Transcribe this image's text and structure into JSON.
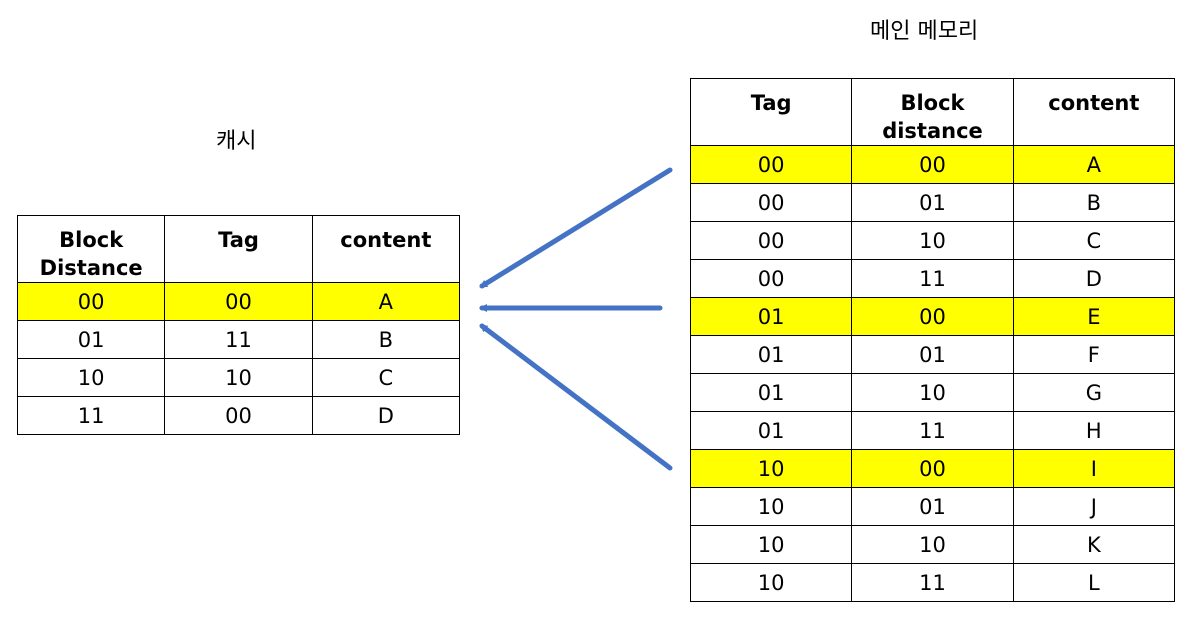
{
  "cache": {
    "caption": "캐시",
    "headers": [
      "Block\nDistance",
      "Tag",
      "content"
    ],
    "rows": [
      {
        "cells": [
          "00",
          "00",
          "A"
        ],
        "highlight": true
      },
      {
        "cells": [
          "01",
          "11",
          "B"
        ],
        "highlight": false
      },
      {
        "cells": [
          "10",
          "10",
          "C"
        ],
        "highlight": false
      },
      {
        "cells": [
          "11",
          "00",
          "D"
        ],
        "highlight": false
      }
    ]
  },
  "memory": {
    "caption": "메인 메모리",
    "headers": [
      "Tag",
      "Block\ndistance",
      "content"
    ],
    "rows": [
      {
        "cells": [
          "00",
          "00",
          "A"
        ],
        "highlight": true
      },
      {
        "cells": [
          "00",
          "01",
          "B"
        ],
        "highlight": false
      },
      {
        "cells": [
          "00",
          "10",
          "C"
        ],
        "highlight": false
      },
      {
        "cells": [
          "00",
          "11",
          "D"
        ],
        "highlight": false
      },
      {
        "cells": [
          "01",
          "00",
          "E"
        ],
        "highlight": true
      },
      {
        "cells": [
          "01",
          "01",
          "F"
        ],
        "highlight": false
      },
      {
        "cells": [
          "01",
          "10",
          "G"
        ],
        "highlight": false
      },
      {
        "cells": [
          "01",
          "11",
          "H"
        ],
        "highlight": false
      },
      {
        "cells": [
          "10",
          "00",
          "I"
        ],
        "highlight": true
      },
      {
        "cells": [
          "10",
          "01",
          "J"
        ],
        "highlight": false
      },
      {
        "cells": [
          "10",
          "10",
          "K"
        ],
        "highlight": false
      },
      {
        "cells": [
          "10",
          "11",
          "L"
        ],
        "highlight": false
      }
    ]
  },
  "colors": {
    "highlight": "#ffff00",
    "arrow": "#4472c4",
    "border": "#000000"
  }
}
